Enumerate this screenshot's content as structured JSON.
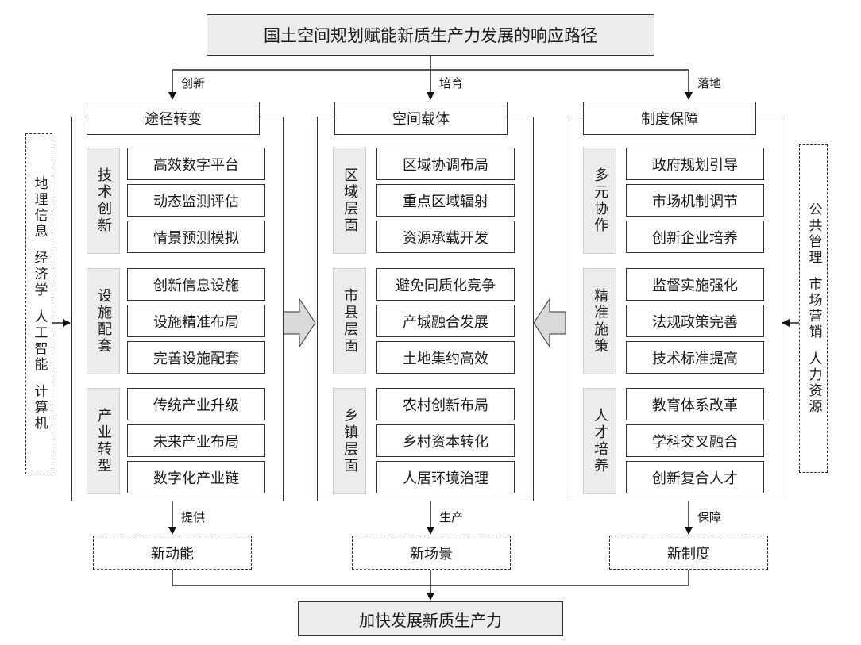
{
  "title": "国土空间规划赋能新质生产力发展的响应路径",
  "bottom_title": "加快发展新质生产力",
  "top_arrows": [
    "创新",
    "培育",
    "落地"
  ],
  "bottom_arrows": [
    "提供",
    "生产",
    "保障"
  ],
  "outcomes": [
    "新动能",
    "新场景",
    "新制度"
  ],
  "left_side": [
    "地理信息",
    "经济学",
    "人工智能",
    "计算机"
  ],
  "right_side": [
    "公共管理",
    "市场营销",
    "人力资源"
  ],
  "columns": [
    {
      "title": "途径转变",
      "groups": [
        {
          "label": "技术创新",
          "items": [
            "高效数字平台",
            "动态监测评估",
            "情景预测模拟"
          ]
        },
        {
          "label": "设施配套",
          "items": [
            "创新信息设施",
            "设施精准布局",
            "完善设施配套"
          ]
        },
        {
          "label": "产业转型",
          "items": [
            "传统产业升级",
            "未来产业布局",
            "数字化产业链"
          ]
        }
      ]
    },
    {
      "title": "空间载体",
      "groups": [
        {
          "label": "区域层面",
          "items": [
            "区域协调布局",
            "重点区域辐射",
            "资源承载开发"
          ]
        },
        {
          "label": "市县层面",
          "items": [
            "避免同质化竞争",
            "产城融合发展",
            "土地集约高效"
          ]
        },
        {
          "label": "乡镇层面",
          "items": [
            "农村创新布局",
            "乡村资本转化",
            "人居环境治理"
          ]
        }
      ]
    },
    {
      "title": "制度保障",
      "groups": [
        {
          "label": "多元协作",
          "items": [
            "政府规划引导",
            "市场机制调节",
            "创新企业培养"
          ]
        },
        {
          "label": "精准施策",
          "items": [
            "监督实施强化",
            "法规政策完善",
            "技术标准提高"
          ]
        },
        {
          "label": "人才培养",
          "items": [
            "教育体系改革",
            "学科交叉融合",
            "创新复合人才"
          ]
        }
      ]
    }
  ]
}
